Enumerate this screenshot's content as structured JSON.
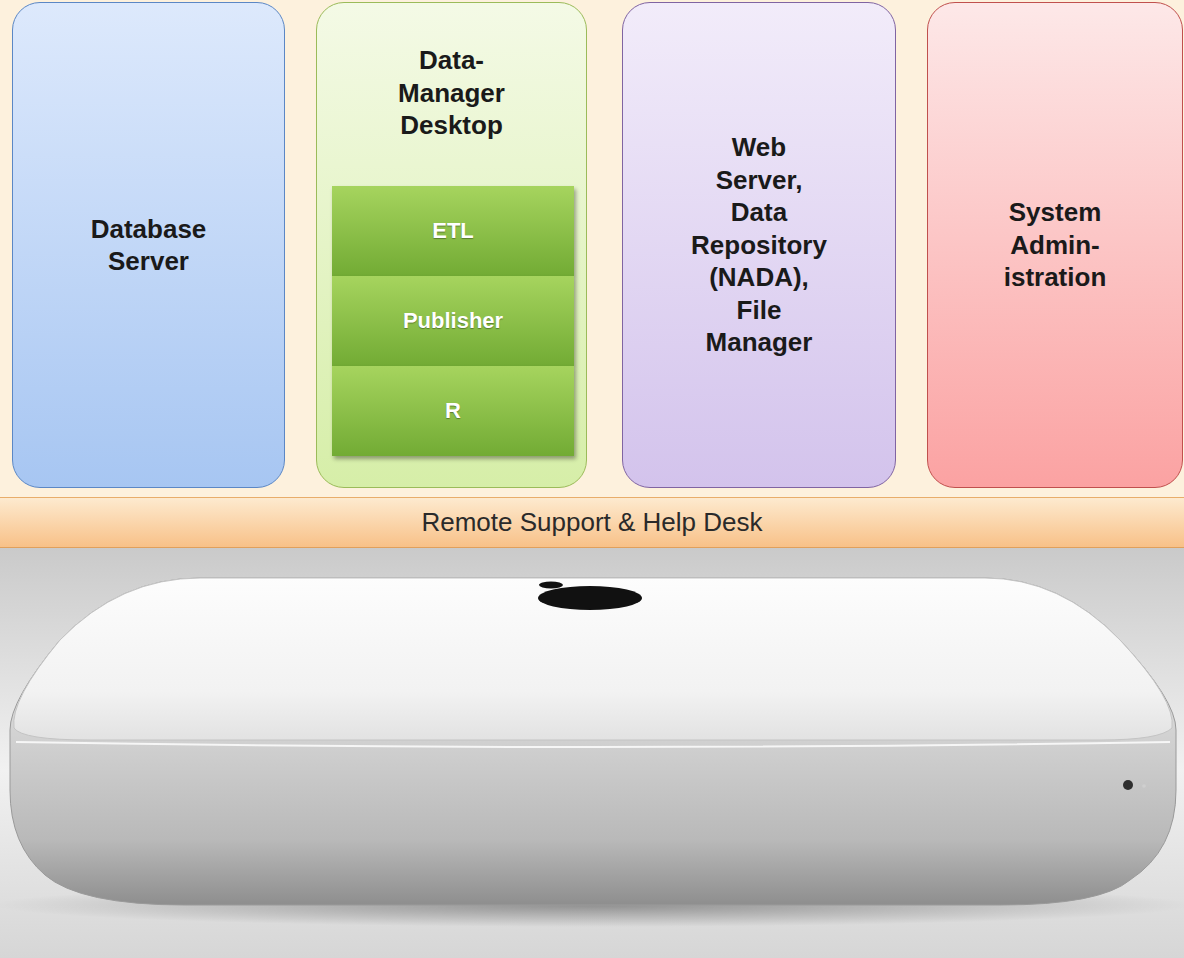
{
  "diagram": {
    "nodes": [
      {
        "text": [
          "Database Server"
        ]
      },
      {
        "text": [
          "Data- Manager Desktop"
        ]
      },
      {
        "text": [
          "ETL"
        ],
        "in": 1
      },
      {
        "text": [
          "Publisher"
        ],
        "in": 1
      },
      {
        "text": [
          "R"
        ],
        "in": 1
      },
      {
        "text": [
          "Web Server, Data Repository (NADA), File Manager"
        ]
      },
      {
        "text": [
          "System Admin- istration"
        ]
      },
      {
        "text": [
          "Remote Support & Help Desk"
        ]
      }
    ]
  }
}
